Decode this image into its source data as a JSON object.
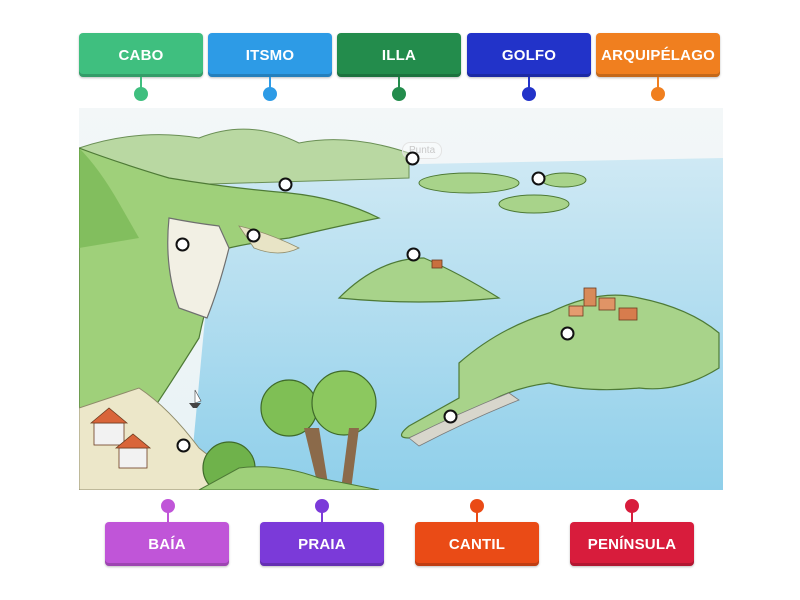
{
  "top_tiles": [
    {
      "label": "CABO",
      "color": "#3fbf7f"
    },
    {
      "label": "ITSMO",
      "color": "#2d9be6"
    },
    {
      "label": "ILLA",
      "color": "#238c4c"
    },
    {
      "label": "GOLFO",
      "color": "#2233c9"
    },
    {
      "label": "ARQUIPÉLAGO",
      "color": "#f07f1f"
    }
  ],
  "bottom_tiles": [
    {
      "label": "BAÍA",
      "color": "#c055d8"
    },
    {
      "label": "PRAIA",
      "color": "#7b3ad9"
    },
    {
      "label": "CANTIL",
      "color": "#ea4b16"
    },
    {
      "label": "PENÍNSULA",
      "color": "#d81c3c"
    }
  ],
  "scene": {
    "faint_label": "Punta"
  }
}
